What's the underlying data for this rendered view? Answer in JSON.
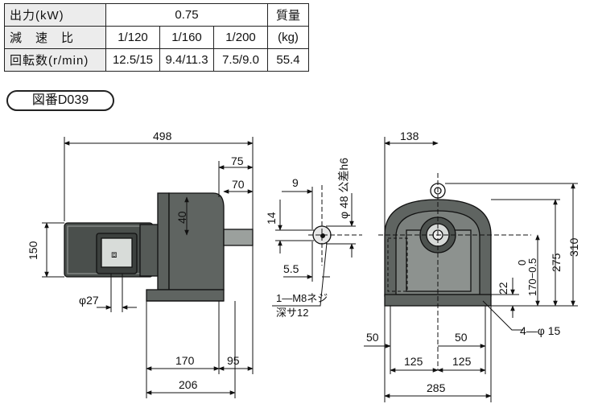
{
  "table": {
    "output_label": "出力(kW)",
    "output_value": "0.75",
    "ratio_label": "減　速　比",
    "ratios": [
      "1/120",
      "1/160",
      "1/200"
    ],
    "speed_label": "回転数(r/min)",
    "speeds": [
      "12.5/15",
      "9.4/11.3",
      "7.5/9.0"
    ],
    "mass_label_1": "質量",
    "mass_label_2": "(kg)",
    "mass_value": "55.4"
  },
  "drawing_number": "図番D039",
  "dims": {
    "d498": "498",
    "d75": "75",
    "d70": "70",
    "d40": "40",
    "d150": "150",
    "d27": "φ27",
    "d170": "170",
    "d95": "95",
    "d206": "206",
    "d9": "9",
    "d14": "14",
    "d48": "φ 48 公差h6",
    "d5_5": "5.5",
    "tap_1": "1―M8ネジ",
    "tap_2": "深サ12",
    "d138": "138",
    "d275": "275",
    "d310": "310",
    "tol": "0",
    "d170b": "170−0.5",
    "d22": "22",
    "d50a": "50",
    "d50b": "50",
    "d125a": "125",
    "d125b": "125",
    "holes": "4―φ 15",
    "d285": "285"
  }
}
